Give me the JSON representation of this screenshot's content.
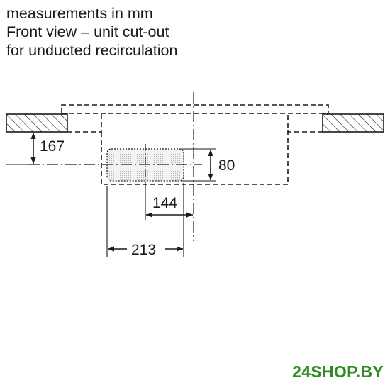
{
  "title_lines": [
    "measurements in mm",
    "Front view – unit cut-out",
    "for unducted recirculation"
  ],
  "dimensions": {
    "counter_thickness": "167",
    "vent_height": "80",
    "vent_offset": "144",
    "vent_width": "213"
  },
  "watermark": "24SHOP.BY",
  "colors": {
    "line": "#1a1a1a",
    "hatch_fill": "#ffffff",
    "vent_fill": "#eeeeee",
    "watermark": "#2e8b20"
  }
}
